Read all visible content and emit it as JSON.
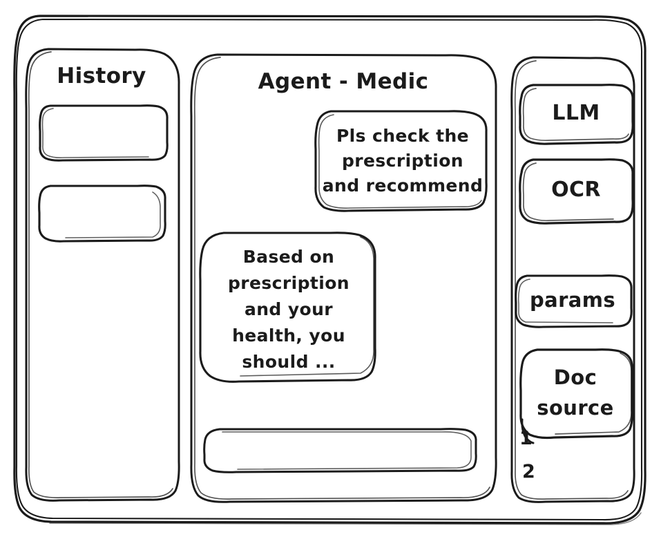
{
  "meta": {
    "style": "hand-drawn wireframe sketch",
    "ink_color": "#1b1b1b",
    "background_color": "#ffffff"
  },
  "window": {
    "frame_name": "app-window"
  },
  "sidebar_history": {
    "title": "History",
    "items": [
      {
        "label": "",
        "name": "history-item-1"
      },
      {
        "label": "",
        "name": "history-item-2"
      }
    ]
  },
  "chat": {
    "title": "Agent - Medic",
    "messages": [
      {
        "role": "user",
        "lines": [
          "Pls check the",
          "prescription",
          "and recommend"
        ]
      },
      {
        "role": "assistant",
        "lines": [
          "Based on",
          "prescription",
          "and your",
          "health, you",
          "should ..."
        ]
      }
    ],
    "input": {
      "value": "",
      "placeholder": ""
    }
  },
  "sidebar_tools": {
    "buttons": [
      {
        "label": "LLM",
        "name": "llm"
      },
      {
        "label": "OCR",
        "name": "ocr"
      },
      {
        "label": "params",
        "name": "params"
      }
    ],
    "doc_source": {
      "line1": "Doc",
      "line2": "source",
      "entries": [
        "1",
        "2"
      ]
    }
  }
}
